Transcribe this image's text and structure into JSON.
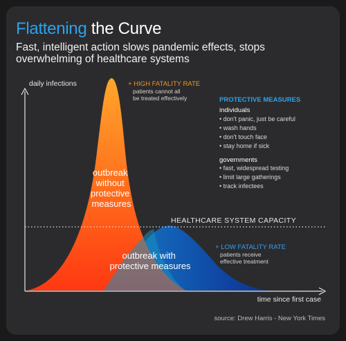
{
  "header": {
    "title_accent": "Flattening",
    "title_rest": "the Curve",
    "subtitle": "Fast, intelligent action slows pandemic effects, stops overwhelming of healthcare systems"
  },
  "axes": {
    "y_label": "daily infections",
    "x_label": "time since first case"
  },
  "capacity_label": "HEALTHCARE SYSTEM CAPACITY",
  "high_curve": {
    "label_lines": [
      "outbreak",
      "without",
      "protective",
      "measures"
    ],
    "note_title": "+ HIGH FATALITY RATE",
    "note_lines": [
      "patients cannot all",
      "be treated effectively"
    ]
  },
  "low_curve": {
    "label_lines": [
      "outbreak with",
      "protective measures"
    ],
    "note_title": "+ LOW FATALITY RATE",
    "note_lines": [
      "patients receive",
      "effective treatment"
    ]
  },
  "measures": {
    "heading": "PROTECTIVE MEASURES",
    "individuals_heading": "individuals",
    "individuals": [
      "• don't panic, just be careful",
      "• wash hands",
      "• don't touch face",
      "• stay home if sick"
    ],
    "governments_heading": "governments",
    "governments": [
      "• fast, widespread testing",
      "• limit large gatherings",
      "• track infectees"
    ]
  },
  "source": "source: Drew Harris - New York Times",
  "colors": {
    "accent_blue": "#2aa3ef",
    "high_fatality_orange": "#f7941d",
    "low_fatality_blue": "#3a9ff0",
    "high_curve_top": "#ffa32a",
    "high_curve_bottom": "#ff3a12",
    "low_curve_dark": "#0f3aa2",
    "low_curve_teal": "#18a7c4"
  }
}
